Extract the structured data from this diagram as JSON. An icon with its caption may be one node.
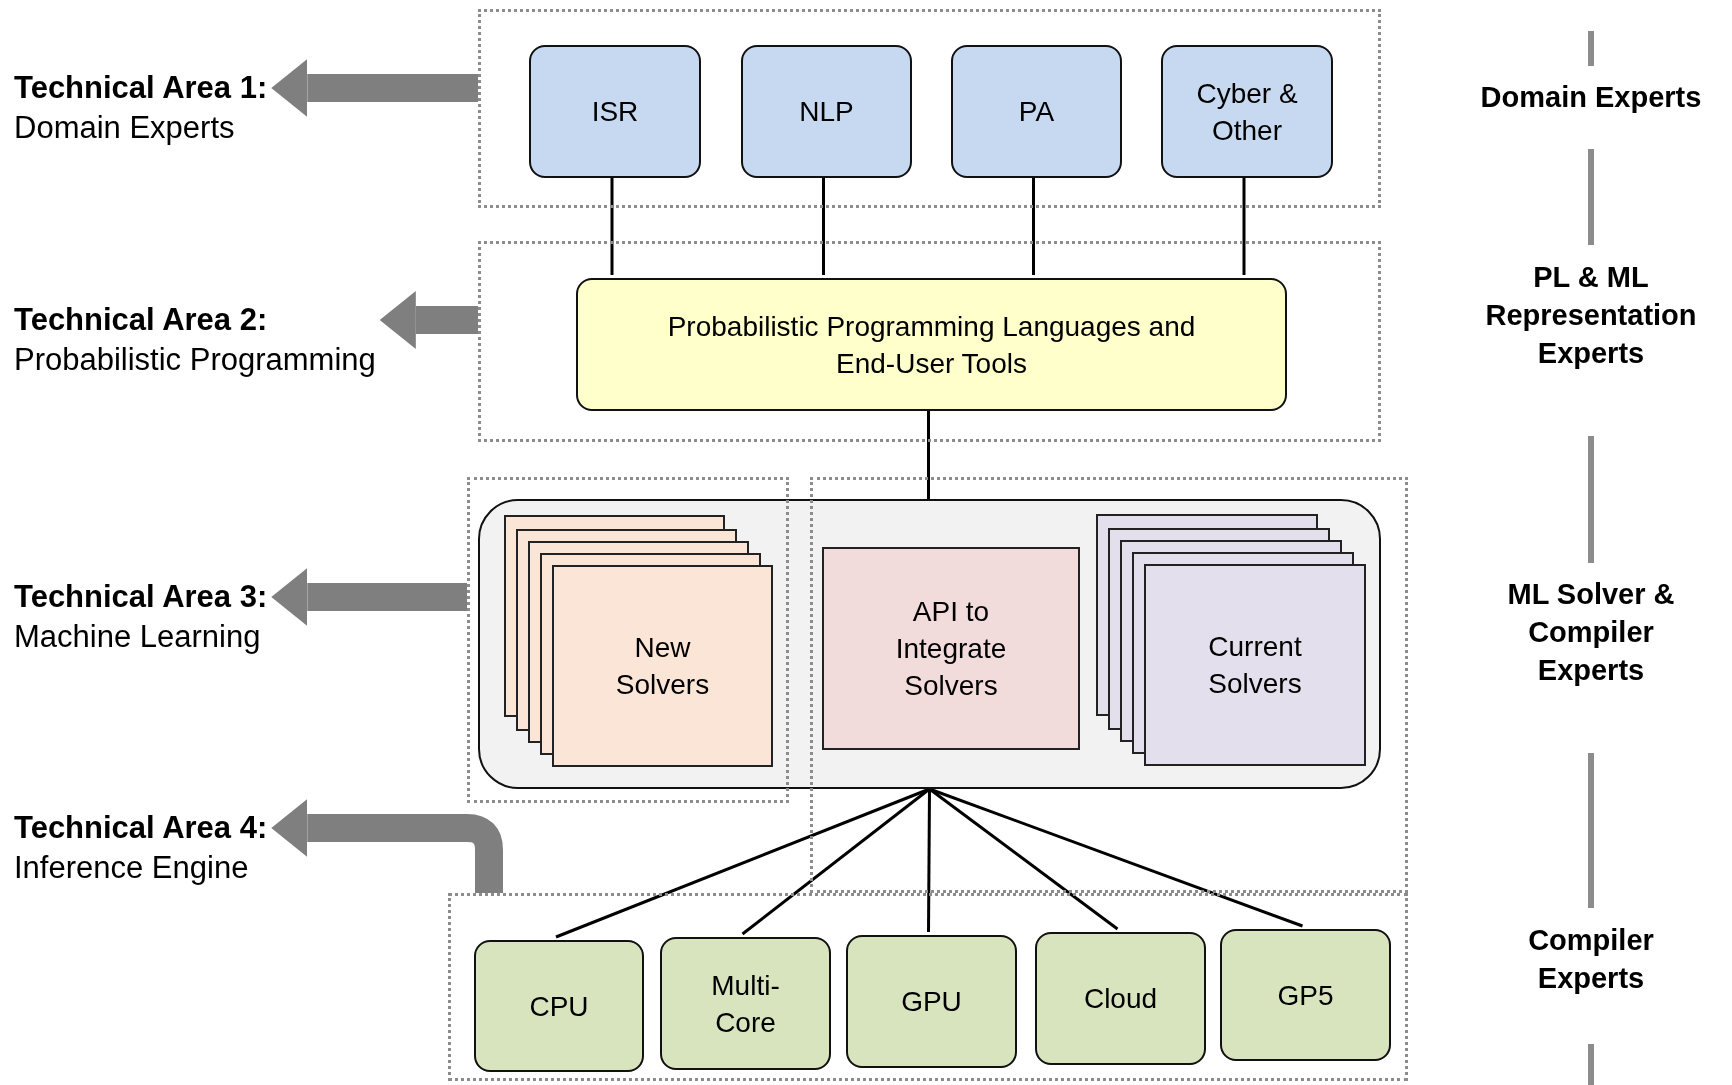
{
  "diagram": {
    "nodes": [
      {
        "text": [
          "Technical Area 1:",
          "Domain Experts"
        ]
      },
      {
        "text": [],
        "shape": "box"
      },
      {
        "text": [
          "ISR"
        ],
        "in": 1
      },
      {
        "text": [
          "NLP"
        ],
        "in": 1
      },
      {
        "text": [
          "PA"
        ],
        "in": 1
      },
      {
        "text": [
          "Cyber & Other"
        ],
        "in": 1
      },
      {
        "text": [
          "Technical Area 2:",
          "Probabilistic Programming"
        ]
      },
      {
        "text": [],
        "shape": "box"
      },
      {
        "text": [
          "Probabilistic Programming Languages and End-User Tools"
        ],
        "in": 7
      },
      {
        "text": [
          "Technical Area 3:",
          "Machine Learning"
        ]
      },
      {
        "text": [],
        "shape": "box"
      },
      {
        "text": [],
        "shape": "box"
      },
      {
        "text": [
          "New Solvers"
        ],
        "in": 10
      },
      {
        "text": [
          "API to Integrate Solvers"
        ],
        "in": 11
      },
      {
        "text": [
          "Current Solvers"
        ],
        "in": 11
      },
      {
        "text": [
          "Technical Area 4:",
          "Inference Engine"
        ]
      },
      {
        "text": [],
        "shape": "box"
      },
      {
        "text": [
          "CPU"
        ],
        "in": 16
      },
      {
        "text": [
          "Multi-Core"
        ],
        "in": 16
      },
      {
        "text": [
          "GPU"
        ],
        "in": 16
      },
      {
        "text": [
          "Cloud"
        ],
        "in": 16
      },
      {
        "text": [
          "GP5"
        ],
        "in": 16
      }
    ],
    "edges": [
      {
        "from": 1,
        "to": 0,
        "arrow": "to",
        "style": "thick",
        "color": "#7f7f7f"
      },
      {
        "from": 7,
        "to": 6,
        "arrow": "to",
        "style": "thick",
        "color": "#7f7f7f"
      },
      {
        "from": 10,
        "to": 9,
        "arrow": "to",
        "style": "thick",
        "color": "#7f7f7f"
      },
      {
        "from": 16,
        "to": 15,
        "arrow": "to",
        "style": "thick",
        "color": "#7f7f7f"
      },
      {
        "from": 2,
        "to": 8,
        "arrow": "none"
      },
      {
        "from": 3,
        "to": 8,
        "arrow": "none"
      },
      {
        "from": 4,
        "to": 8,
        "arrow": "none"
      },
      {
        "from": 5,
        "to": 8,
        "arrow": "none"
      },
      {
        "from": 8,
        "to": 11,
        "arrow": "none"
      },
      {
        "from": 11,
        "to": 17,
        "arrow": "none"
      },
      {
        "from": 11,
        "to": 18,
        "arrow": "none"
      },
      {
        "from": 11,
        "to": 19,
        "arrow": "none"
      },
      {
        "from": 11,
        "to": 20,
        "arrow": "none"
      },
      {
        "from": 11,
        "to": 21,
        "arrow": "none"
      }
    ],
    "labels": [
      "Domain Experts",
      "PL & ML Representation Experts",
      "ML Solver & Compiler Experts",
      "Compiler Experts"
    ]
  }
}
